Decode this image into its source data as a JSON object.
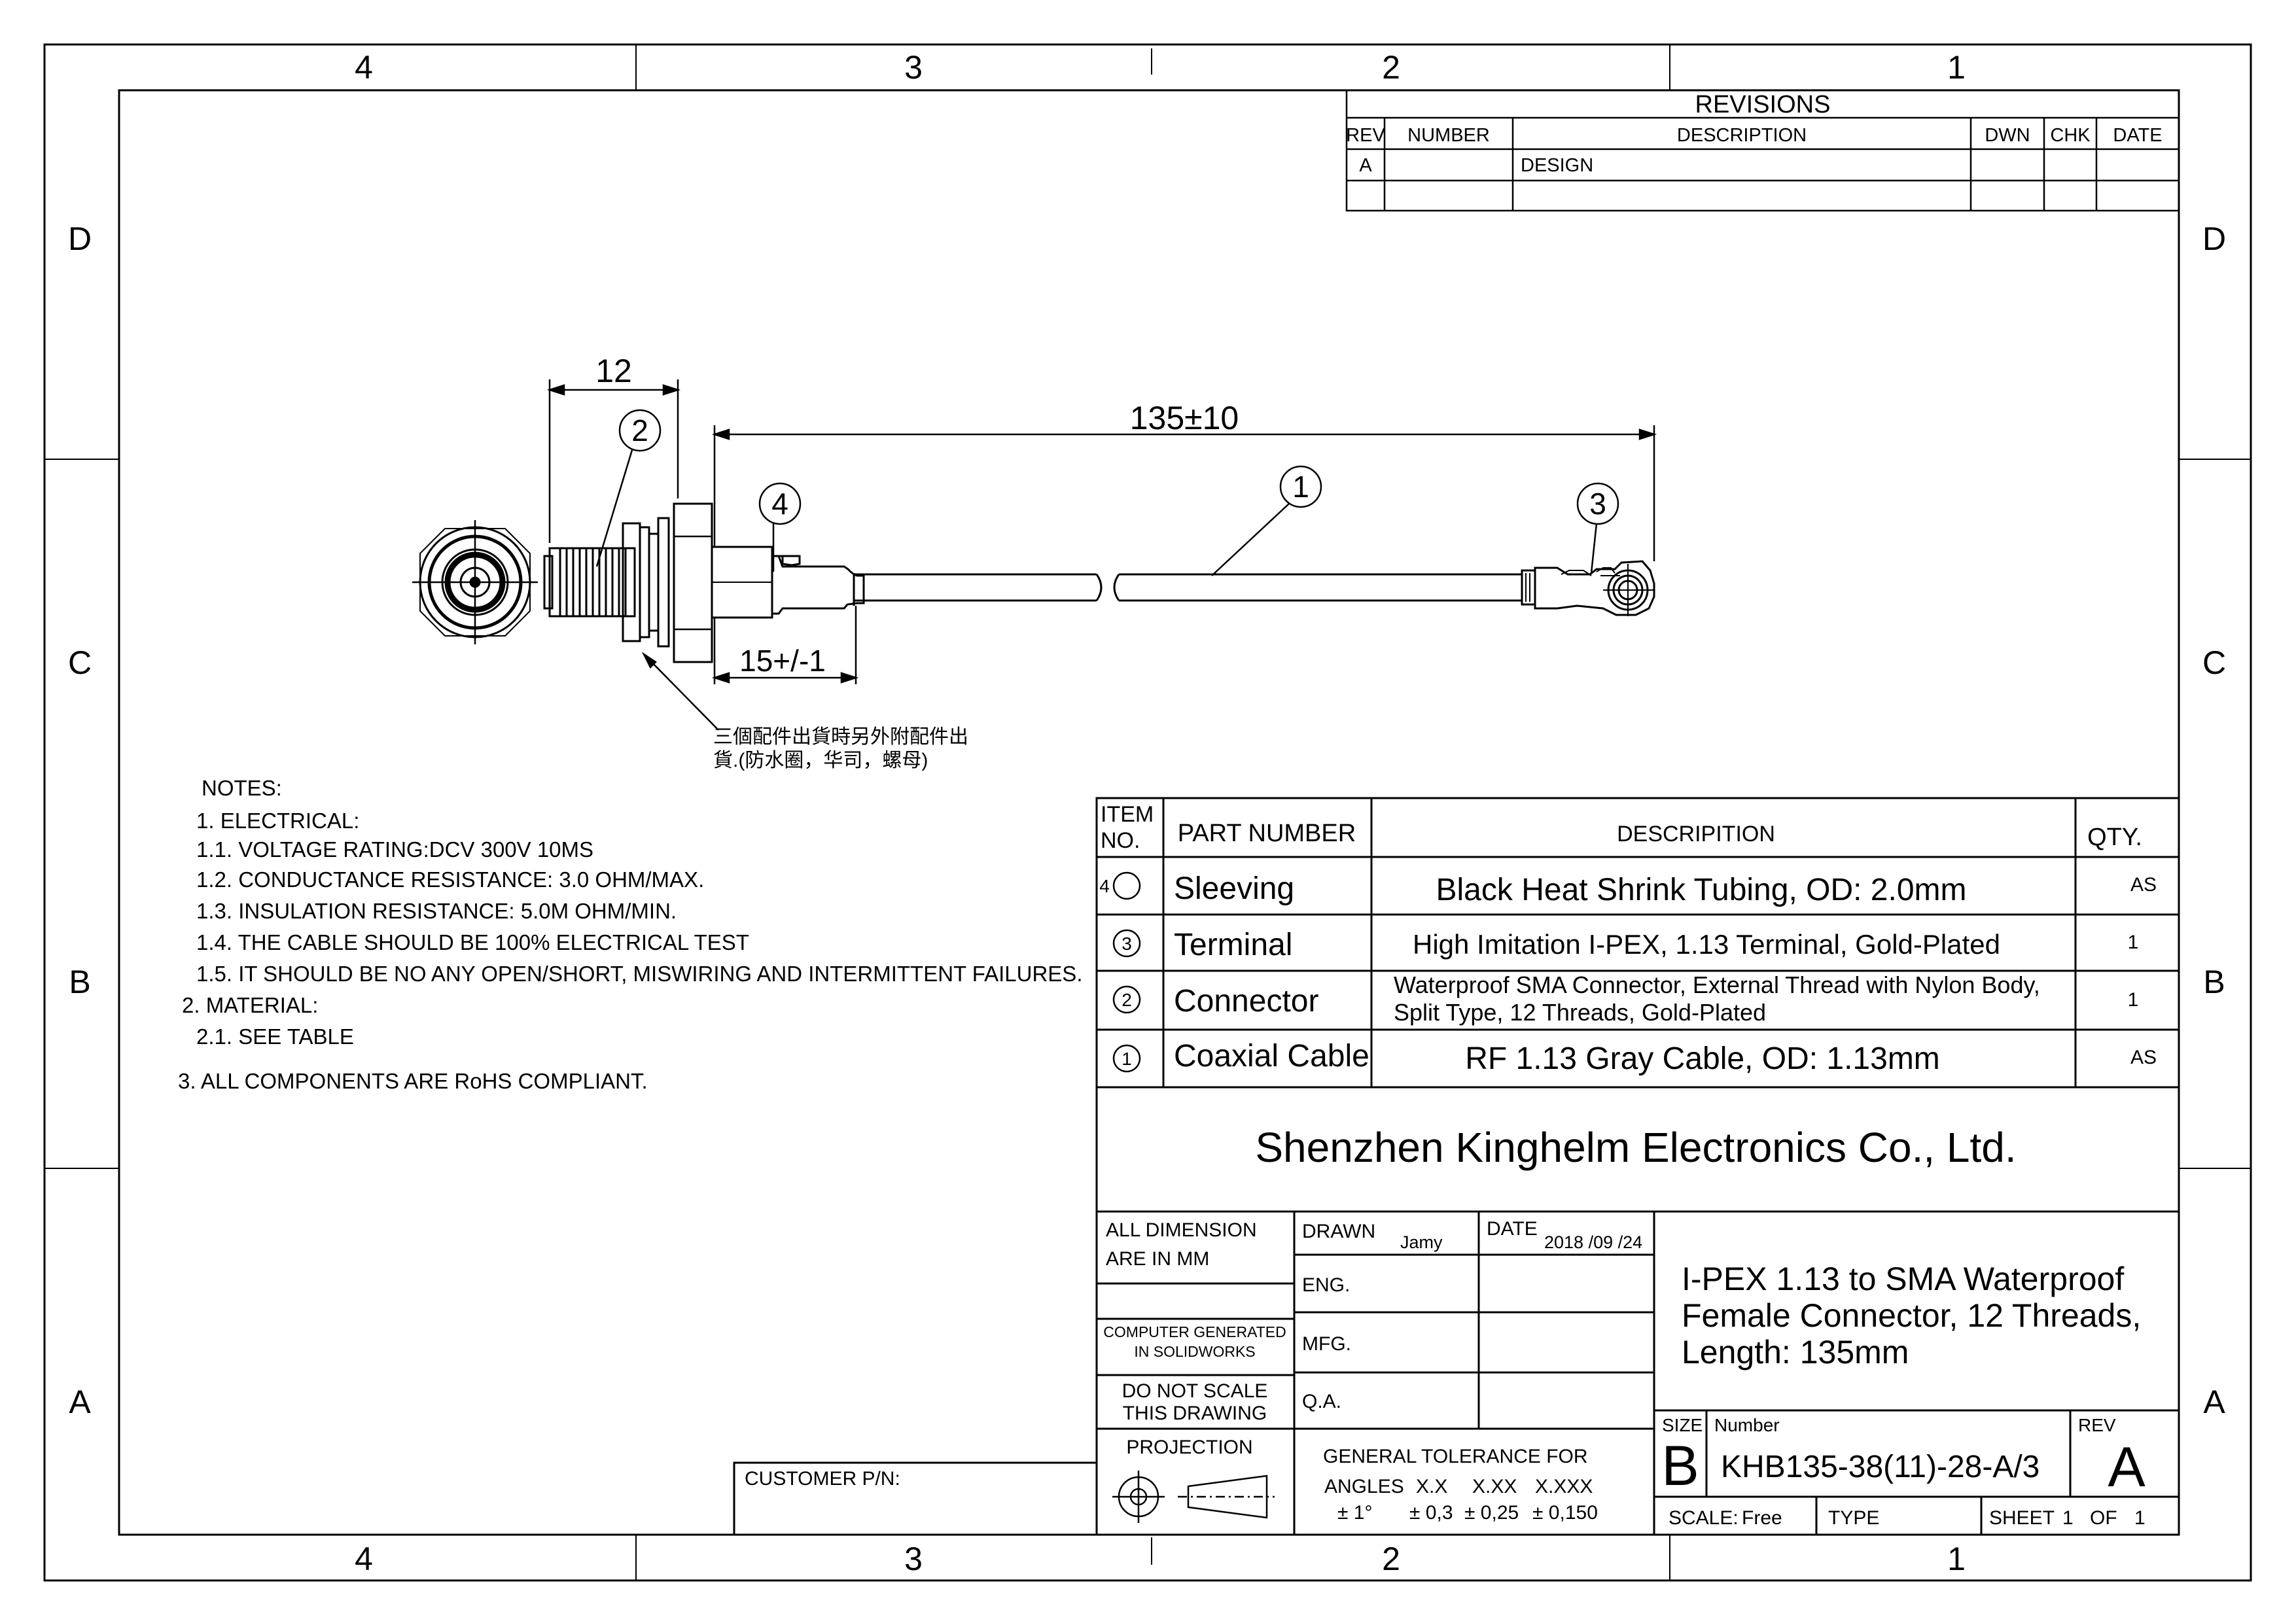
{
  "zones": {
    "columns": [
      "4",
      "3",
      "2",
      "1"
    ],
    "rows": [
      "D",
      "C",
      "B",
      "A"
    ]
  },
  "revisions": {
    "title": "REVISIONS",
    "headers": [
      "REV",
      "NUMBER",
      "DESCRIPTION",
      "DWN",
      "CHK",
      "DATE"
    ],
    "rows": [
      {
        "rev": "A",
        "number": "",
        "description": "DESIGN",
        "dwn": "",
        "chk": "",
        "date": ""
      }
    ]
  },
  "drawing": {
    "dim_thread": "12",
    "dim_length": "135±10",
    "dim_sleeve": "15+/-1",
    "balloons": [
      "1",
      "2",
      "3",
      "4"
    ],
    "chinese_note_line1": "三個配件出貨時另外附配件出",
    "chinese_note_line2": "貨.(防水圈，华司，螺母)"
  },
  "notes": {
    "title": "NOTES:",
    "lines": [
      "1.  ELECTRICAL:",
      "1.1.   VOLTAGE RATING:DCV 300V 10MS",
      "1.2.   CONDUCTANCE RESISTANCE: 3.0 OHM/MAX.",
      "1.3.   INSULATION RESISTANCE: 5.0M OHM/MIN.",
      "1.4.   THE CABLE SHOULD BE 100% ELECTRICAL TEST",
      "1.5.   IT SHOULD BE NO ANY OPEN/SHORT, MISWIRING AND INTERMITTENT FAILURES.",
      "2.  MATERIAL:",
      "2.1.   SEE TABLE",
      "3.  ALL COMPONENTS ARE RoHS COMPLIANT."
    ]
  },
  "bom": {
    "header_item_1": "ITEM",
    "header_item_2": "NO.",
    "header_part": "PART  NUMBER",
    "header_desc": "DESCRIPITION",
    "header_qty": "QTY.",
    "rows": [
      {
        "item": "4",
        "part": "Sleeving",
        "desc": "Black Heat Shrink Tubing, OD: 2.0mm",
        "qty": "AS"
      },
      {
        "item": "3",
        "part": "Terminal",
        "desc": "High Imitation I-PEX, 1.13 Terminal, Gold-Plated",
        "qty": "1"
      },
      {
        "item": "2",
        "part": "Connector",
        "desc_line1": "Waterproof SMA Connector, External Thread with Nylon Body,",
        "desc_line2": "Split Type, 12 Threads, Gold-Plated",
        "qty": "1"
      },
      {
        "item": "1",
        "part": "Coaxial Cable",
        "desc": "RF 1.13 Gray Cable, OD: 1.13mm",
        "qty": "AS"
      }
    ]
  },
  "company": "Shenzhen Kinghelm Electronics Co., Ltd.",
  "title_block": {
    "all_dim_1": "ALL DIMENSION",
    "all_dim_2": "ARE IN MM",
    "drawn_label": "DRAWN",
    "drawn_value": "Jamy",
    "date_label": "DATE",
    "date_value": "2018 /09 /24",
    "eng_label": "ENG.",
    "mfg_label": "MFG.",
    "qa_label": "Q.A.",
    "computer_1": "COMPUTER GENERATED",
    "computer_2": "IN SOLIDWORKS",
    "do_not_1": "DO NOT SCALE",
    "do_not_2": "THIS DRAWING",
    "projection_label": "PROJECTION",
    "tolerance_title": "GENERAL TOLERANCE FOR",
    "tol_angles": "ANGLES",
    "tol_x1": "X.X",
    "tol_x2": "X.XX",
    "tol_x3": "X.XXX",
    "tol_v0": "± 1°",
    "tol_v1": "± 0,3",
    "tol_v2": "± 0,25",
    "tol_v3": "± 0,150",
    "customer_pn": "CUSTOMER P/N:",
    "product_title_1": "I-PEX 1.13 to SMA Waterproof",
    "product_title_2": "Female Connector, 12 Threads,",
    "product_title_3": "Length: 135mm",
    "size_label": "SIZE",
    "size_value": "B",
    "number_label": "Number",
    "number_value": "KHB135-38(11)-28-A/3",
    "rev_label": "REV",
    "rev_value": "A",
    "scale_label": "SCALE:",
    "scale_value": "Free",
    "type_label": "TYPE",
    "sheet_label": "SHEET",
    "sheet_value": "1",
    "of_label": "OF",
    "of_value": "1"
  }
}
